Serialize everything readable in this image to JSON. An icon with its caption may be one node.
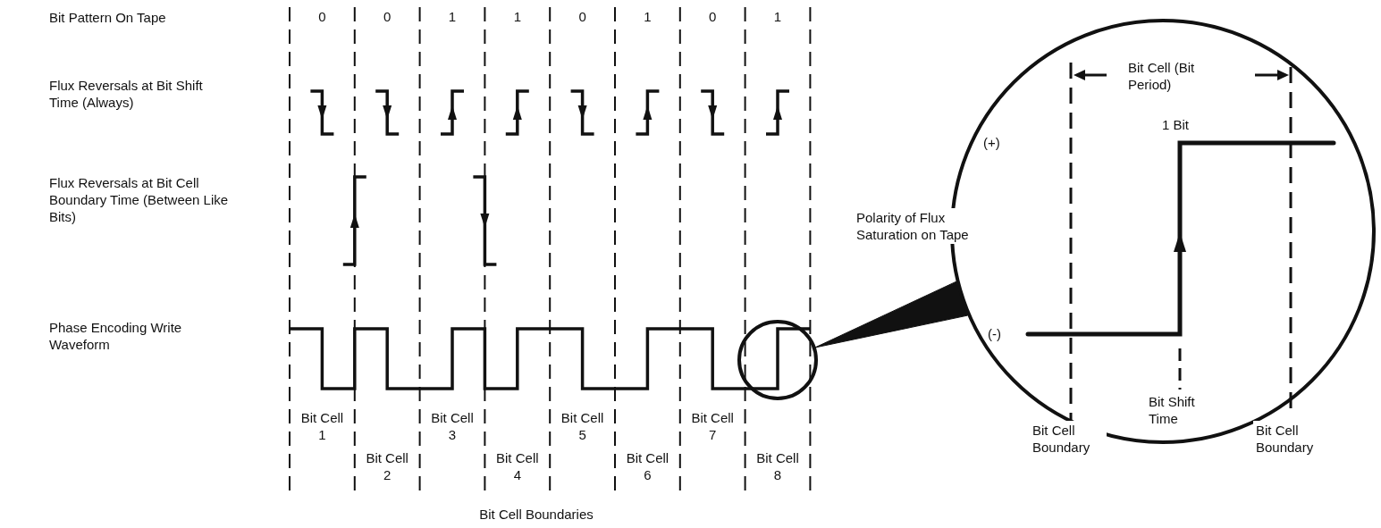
{
  "diagram": {
    "nodes": [
      {
        "text": [],
        "shape": "circle"
      },
      {
        "text": [],
        "shape": "circle"
      }
    ],
    "edges": [
      {
        "from": 0,
        "to": 1,
        "arrow": "none"
      }
    ],
    "labels": [
      "Bit Pattern On Tape",
      "Flux Reversals at Bit Shift Time (Always)",
      "Flux Reversals at Bit Cell Boundary Time (Between Like Bits)",
      "Phase Encoding Write Waveform",
      "0",
      "0",
      "1",
      "1",
      "0",
      "1",
      "0",
      "1",
      "Bit Cell 1",
      "Bit Cell 2",
      "Bit Cell 3",
      "Bit Cell 4",
      "Bit Cell 5",
      "Bit Cell 6",
      "Bit Cell 7",
      "Bit Cell 8",
      "Bit Cell Boundaries",
      "Bit Cell (Bit Period)",
      "1 Bit",
      "(+)",
      "Polarity of Flux Saturation on Tape",
      "(-)",
      "Bit Shift Time",
      "Bit Cell Boundary",
      "Bit Cell Boundary"
    ]
  }
}
